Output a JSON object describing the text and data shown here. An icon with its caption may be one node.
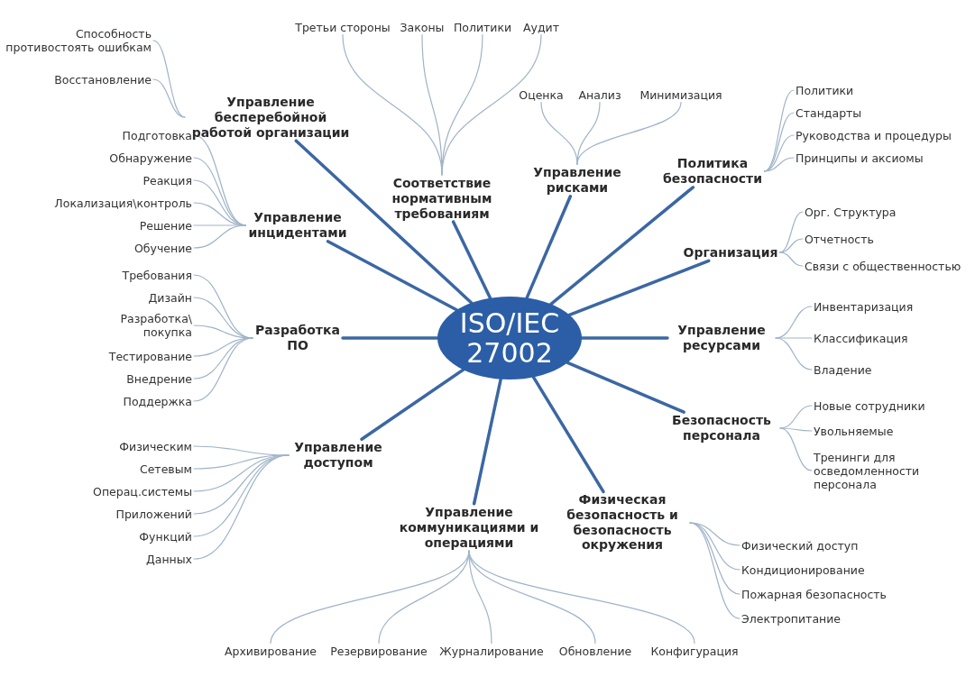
{
  "diagram": {
    "nodes": [
      {
        "text": [
          "ISO/IEC 27002"
        ]
      },
      {
        "text": [
          "Соответствие нормативным требованиям"
        ]
      },
      {
        "text": [
          "Аудит"
        ]
      },
      {
        "text": [
          "Политики"
        ]
      },
      {
        "text": [
          "Законы"
        ]
      },
      {
        "text": [
          "Третьи стороны"
        ]
      },
      {
        "text": [
          "Управление рисками"
        ]
      },
      {
        "text": [
          "Оценка"
        ]
      },
      {
        "text": [
          "Анализ"
        ]
      },
      {
        "text": [
          "Минимизация"
        ]
      },
      {
        "text": [
          "Политика безопасности"
        ]
      },
      {
        "text": [
          "Политики"
        ]
      },
      {
        "text": [
          "Стандарты"
        ]
      },
      {
        "text": [
          "Руководства и процедуры"
        ]
      },
      {
        "text": [
          "Принципы и аксиомы"
        ]
      },
      {
        "text": [
          "Организация"
        ]
      },
      {
        "text": [
          "Орг. Структура"
        ]
      },
      {
        "text": [
          "Отчетность"
        ]
      },
      {
        "text": [
          "Связи с общественностью"
        ]
      },
      {
        "text": [
          "Управление ресурсами"
        ]
      },
      {
        "text": [
          "Инвентаризация"
        ]
      },
      {
        "text": [
          "Классификация"
        ]
      },
      {
        "text": [
          "Владение"
        ]
      },
      {
        "text": [
          "Безопасность персонала"
        ]
      },
      {
        "text": [
          "Новые сотрудники"
        ]
      },
      {
        "text": [
          "Увольняемые"
        ]
      },
      {
        "text": [
          "Тренинги для осведомленности персонала"
        ]
      },
      {
        "text": [
          "Физическая безопасность и безопасность окружения"
        ]
      },
      {
        "text": [
          "Физический доступ"
        ]
      },
      {
        "text": [
          "Кондиционирование"
        ]
      },
      {
        "text": [
          "Пожарная безопасность"
        ]
      },
      {
        "text": [
          "Электропитание"
        ]
      },
      {
        "text": [
          "Управление коммуникациями и операциями"
        ]
      },
      {
        "text": [
          "Архивирование"
        ]
      },
      {
        "text": [
          "Резервирование"
        ]
      },
      {
        "text": [
          "Журналирование"
        ]
      },
      {
        "text": [
          "Обновление"
        ]
      },
      {
        "text": [
          "Конфигурация"
        ]
      },
      {
        "text": [
          "Управление доступом"
        ]
      },
      {
        "text": [
          "Физическим"
        ]
      },
      {
        "text": [
          "Сетевым"
        ]
      },
      {
        "text": [
          "Операц.системы"
        ]
      },
      {
        "text": [
          "Приложений"
        ]
      },
      {
        "text": [
          "Функций"
        ]
      },
      {
        "text": [
          "Данных"
        ]
      },
      {
        "text": [
          "Разработка ПО"
        ]
      },
      {
        "text": [
          "Требования"
        ]
      },
      {
        "text": [
          "Дизайн"
        ]
      },
      {
        "text": [
          "Разработка\\ покупка"
        ]
      },
      {
        "text": [
          "Тестирование"
        ]
      },
      {
        "text": [
          "Внедрение"
        ]
      },
      {
        "text": [
          "Поддержка"
        ]
      },
      {
        "text": [
          "Управление инцидентами"
        ]
      },
      {
        "text": [
          "Подготовка"
        ]
      },
      {
        "text": [
          "Обнаружение"
        ]
      },
      {
        "text": [
          "Реакция"
        ]
      },
      {
        "text": [
          "Локализация\\контроль"
        ]
      },
      {
        "text": [
          "Решение"
        ]
      },
      {
        "text": [
          "Обучение"
        ]
      },
      {
        "text": [
          "Управление бесперебойной работой организации"
        ]
      },
      {
        "text": [
          "Способность противостоять ошибкам"
        ]
      },
      {
        "text": [
          "Восстановление"
        ]
      }
    ],
    "edges": [
      {
        "from": 0,
        "to": 1,
        "arrow": "none",
        "style": "thick",
        "color": "#3b67a3"
      },
      {
        "from": 0,
        "to": 6,
        "arrow": "none",
        "style": "thick",
        "color": "#3b67a3"
      },
      {
        "from": 0,
        "to": 10,
        "arrow": "none",
        "style": "thick",
        "color": "#3b67a3"
      },
      {
        "from": 0,
        "to": 15,
        "arrow": "none",
        "style": "thick",
        "color": "#3b67a3"
      },
      {
        "from": 0,
        "to": 19,
        "arrow": "none",
        "style": "thick",
        "color": "#3b67a3"
      },
      {
        "from": 0,
        "to": 23,
        "arrow": "none",
        "style": "thick",
        "color": "#3b67a3"
      },
      {
        "from": 0,
        "to": 27,
        "arrow": "none",
        "style": "thick",
        "color": "#3b67a3"
      },
      {
        "from": 0,
        "to": 32,
        "arrow": "none",
        "style": "thick",
        "color": "#3b67a3"
      },
      {
        "from": 0,
        "to": 38,
        "arrow": "none",
        "style": "thick",
        "color": "#3b67a3"
      },
      {
        "from": 0,
        "to": 45,
        "arrow": "none",
        "style": "thick",
        "color": "#3b67a3"
      },
      {
        "from": 0,
        "to": 52,
        "arrow": "none",
        "style": "thick",
        "color": "#3b67a3"
      },
      {
        "from": 0,
        "to": 59,
        "arrow": "none",
        "style": "thick",
        "color": "#3b67a3"
      },
      {
        "from": 1,
        "to": 2,
        "arrow": "none"
      },
      {
        "from": 1,
        "to": 3,
        "arrow": "none"
      },
      {
        "from": 1,
        "to": 4,
        "arrow": "none"
      },
      {
        "from": 1,
        "to": 5,
        "arrow": "none"
      },
      {
        "from": 6,
        "to": 7,
        "arrow": "none"
      },
      {
        "from": 6,
        "to": 8,
        "arrow": "none"
      },
      {
        "from": 6,
        "to": 9,
        "arrow": "none"
      },
      {
        "from": 10,
        "to": 11,
        "arrow": "none"
      },
      {
        "from": 10,
        "to": 12,
        "arrow": "none"
      },
      {
        "from": 10,
        "to": 13,
        "arrow": "none"
      },
      {
        "from": 10,
        "to": 14,
        "arrow": "none"
      },
      {
        "from": 15,
        "to": 16,
        "arrow": "none"
      },
      {
        "from": 15,
        "to": 17,
        "arrow": "none"
      },
      {
        "from": 15,
        "to": 18,
        "arrow": "none"
      },
      {
        "from": 19,
        "to": 20,
        "arrow": "none"
      },
      {
        "from": 19,
        "to": 21,
        "arrow": "none"
      },
      {
        "from": 19,
        "to": 22,
        "arrow": "none"
      },
      {
        "from": 23,
        "to": 24,
        "arrow": "none"
      },
      {
        "from": 23,
        "to": 25,
        "arrow": "none"
      },
      {
        "from": 23,
        "to": 26,
        "arrow": "none"
      },
      {
        "from": 27,
        "to": 28,
        "arrow": "none"
      },
      {
        "from": 27,
        "to": 29,
        "arrow": "none"
      },
      {
        "from": 27,
        "to": 30,
        "arrow": "none"
      },
      {
        "from": 27,
        "to": 31,
        "arrow": "none"
      },
      {
        "from": 32,
        "to": 33,
        "arrow": "none"
      },
      {
        "from": 32,
        "to": 34,
        "arrow": "none"
      },
      {
        "from": 32,
        "to": 35,
        "arrow": "none"
      },
      {
        "from": 32,
        "to": 36,
        "arrow": "none"
      },
      {
        "from": 32,
        "to": 37,
        "arrow": "none"
      },
      {
        "from": 38,
        "to": 39,
        "arrow": "none"
      },
      {
        "from": 38,
        "to": 40,
        "arrow": "none"
      },
      {
        "from": 38,
        "to": 41,
        "arrow": "none"
      },
      {
        "from": 38,
        "to": 42,
        "arrow": "none"
      },
      {
        "from": 38,
        "to": 43,
        "arrow": "none"
      },
      {
        "from": 38,
        "to": 44,
        "arrow": "none"
      },
      {
        "from": 45,
        "to": 46,
        "arrow": "none"
      },
      {
        "from": 45,
        "to": 47,
        "arrow": "none"
      },
      {
        "from": 45,
        "to": 48,
        "arrow": "none"
      },
      {
        "from": 45,
        "to": 49,
        "arrow": "none"
      },
      {
        "from": 45,
        "to": 50,
        "arrow": "none"
      },
      {
        "from": 45,
        "to": 51,
        "arrow": "none"
      },
      {
        "from": 52,
        "to": 53,
        "arrow": "none"
      },
      {
        "from": 52,
        "to": 54,
        "arrow": "none"
      },
      {
        "from": 52,
        "to": 55,
        "arrow": "none"
      },
      {
        "from": 52,
        "to": 56,
        "arrow": "none"
      },
      {
        "from": 52,
        "to": 57,
        "arrow": "none"
      },
      {
        "from": 52,
        "to": 58,
        "arrow": "none"
      },
      {
        "from": 59,
        "to": 60,
        "arrow": "none"
      },
      {
        "from": 59,
        "to": 61,
        "arrow": "none"
      }
    ]
  }
}
